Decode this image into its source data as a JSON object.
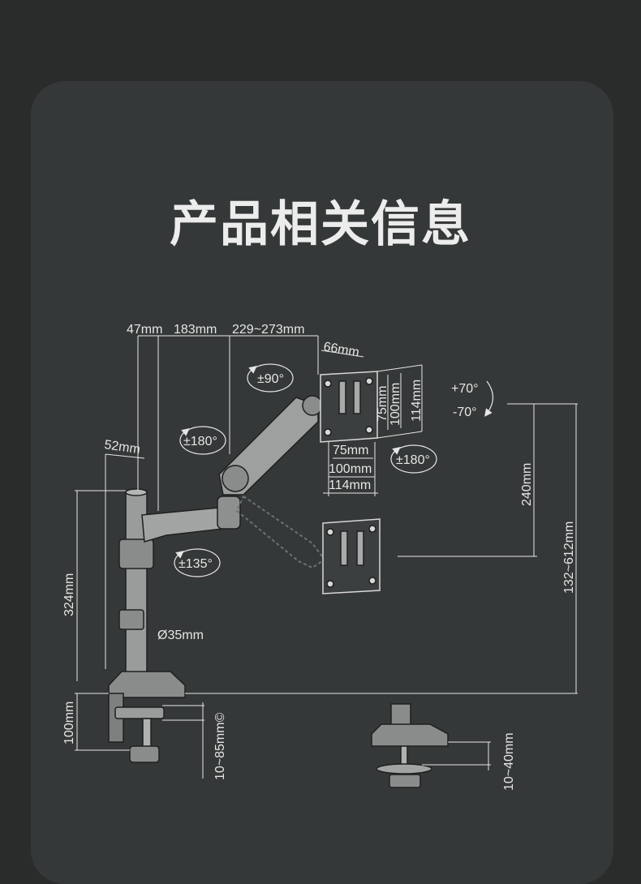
{
  "title": "产品相关信息",
  "dimensions": {
    "arm_47": "47mm",
    "arm_183": "183mm",
    "arm_229": "229~273mm",
    "depth_66": "66mm",
    "offset_52": "52mm",
    "vesa_75_v": "75mm",
    "vesa_100_v": "100mm",
    "vesa_114_v": "114mm",
    "vesa_75_h": "75mm",
    "vesa_100_h": "100mm",
    "vesa_114_h": "114mm",
    "pole_height": "324mm",
    "pole_diameter": "Ø35mm",
    "clamp_height": "100mm",
    "clamp_range": "10~85mm©",
    "grommet_range": "10~40mm",
    "height_adjust": "240mm",
    "total_height": "132~612mm"
  },
  "rotations": {
    "rot_90": "±90°",
    "rot_180_arm": "±180°",
    "rot_135": "±135°",
    "rot_180_head": "±180°",
    "tilt_up": "+70°",
    "tilt_down": "-70°"
  },
  "colors": {
    "background": "#2a2c2c",
    "card": "#353838",
    "line": "#e6e6e6"
  }
}
